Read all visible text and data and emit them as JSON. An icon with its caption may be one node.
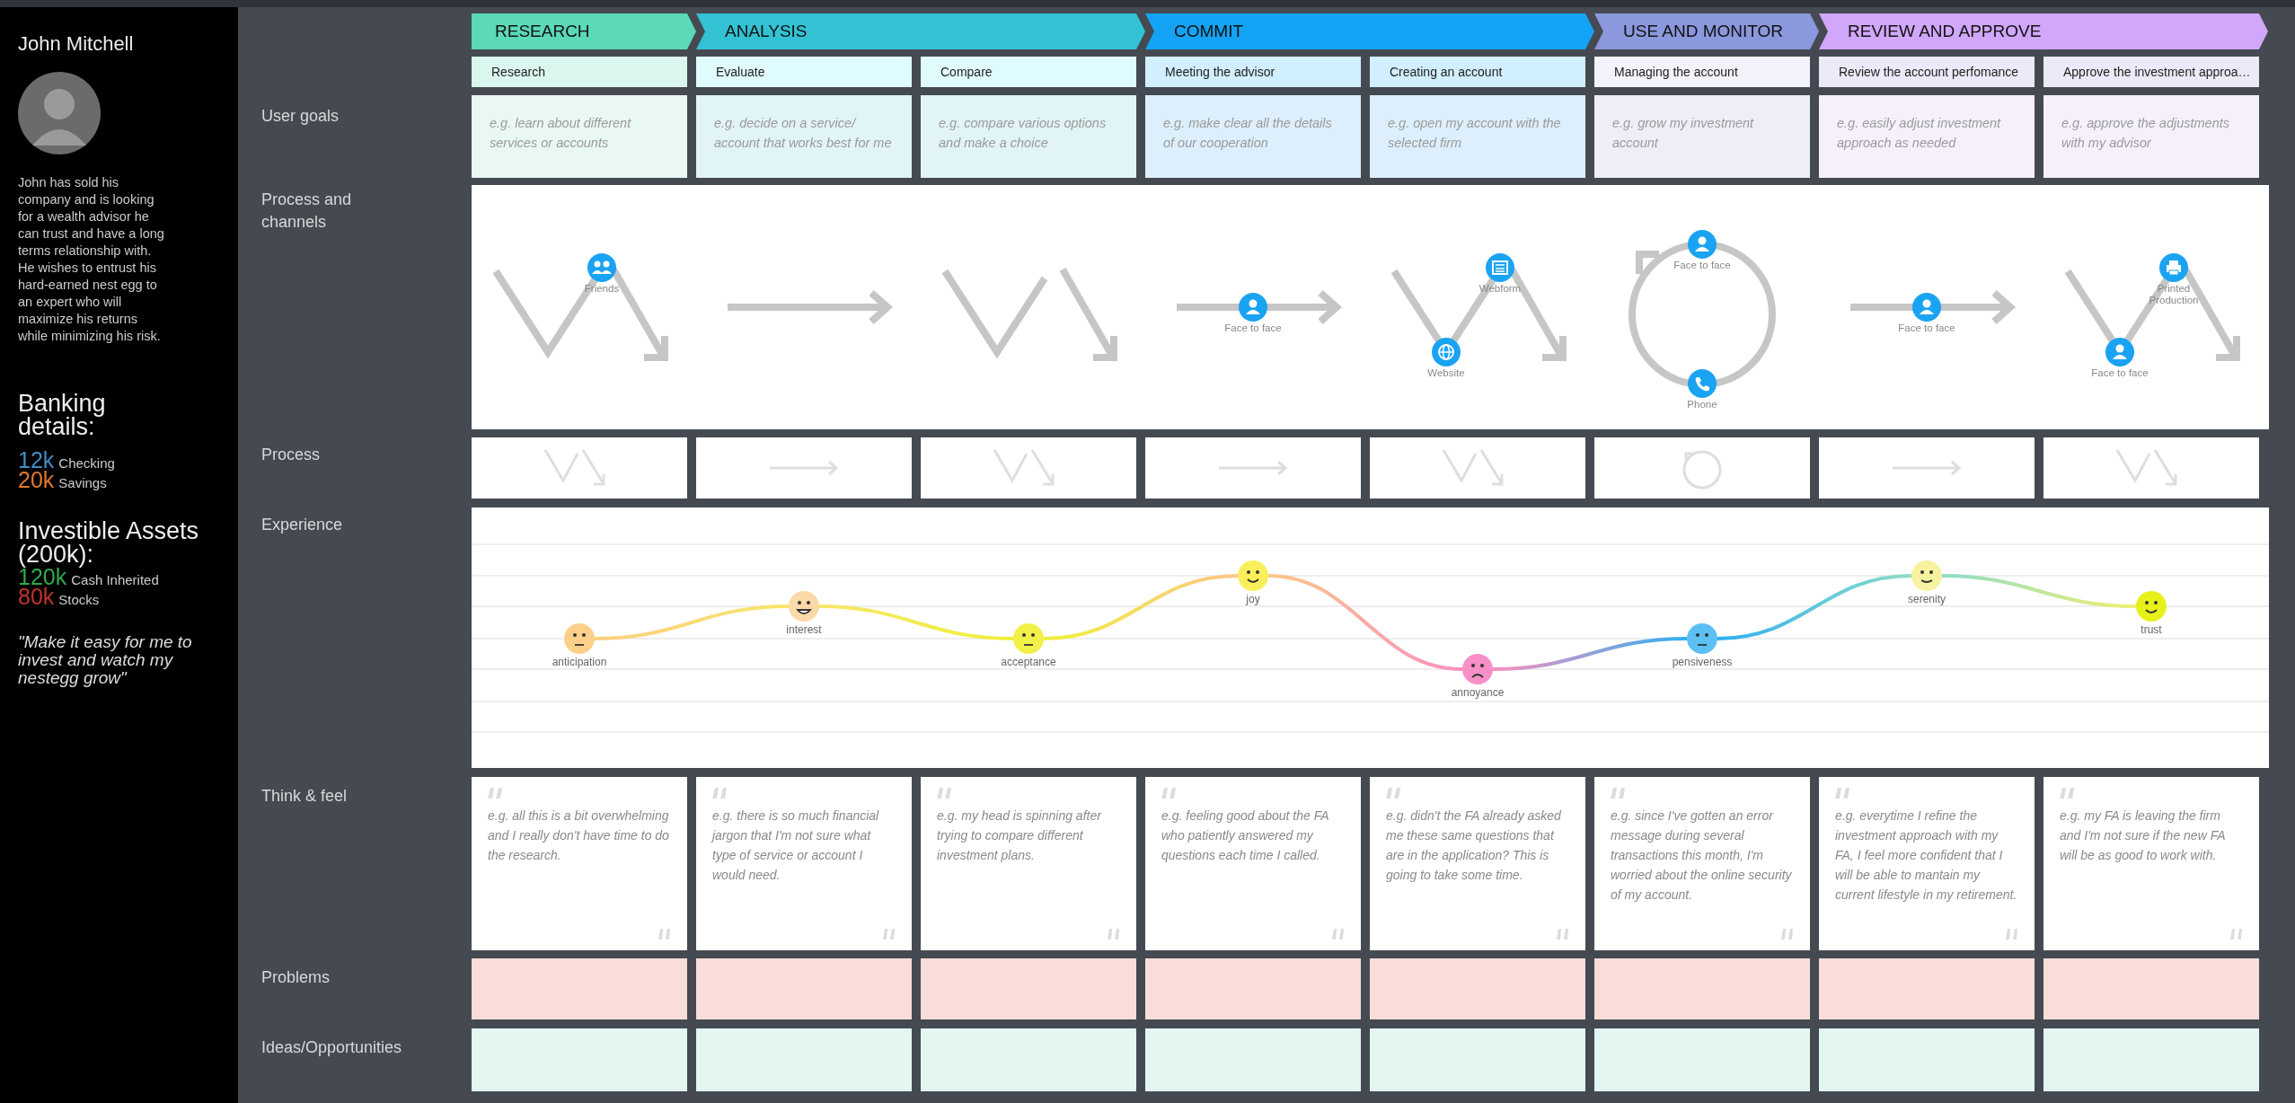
{
  "diagram": {
    "nodes": [
      {
        "text": [
          "RESEARCH"
        ]
      },
      {
        "text": [
          "ANALYSIS"
        ]
      },
      {
        "text": [
          "COMMIT"
        ]
      },
      {
        "text": [
          "USE AND MONITOR"
        ]
      },
      {
        "text": [
          "REVIEW AND APPROVE"
        ]
      },
      {
        "text": [
          "Research"
        ]
      },
      {
        "text": [
          "Evaluate"
        ]
      },
      {
        "text": [
          "Compare"
        ]
      },
      {
        "text": [
          "Meeting the advisor"
        ]
      },
      {
        "text": [
          "Creating an account"
        ]
      },
      {
        "text": [
          "Managing the account"
        ]
      },
      {
        "text": [
          "Review the account perfomance"
        ]
      },
      {
        "text": [
          "Approve the investment approa…"
        ]
      },
      {
        "text": [
          "e.g. learn about different services or accounts"
        ]
      },
      {
        "text": [
          "e.g. decide on a service/ account that works best for me"
        ]
      },
      {
        "text": [
          "e.g. compare various options and make a choice"
        ]
      },
      {
        "text": [
          "e.g. make clear all the details of our cooperation"
        ]
      },
      {
        "text": [
          "e.g. open my account with the selected firm"
        ]
      },
      {
        "text": [
          "e.g. grow my investment account"
        ]
      },
      {
        "text": [
          "e.g. easily adjust investment approach as needed"
        ]
      },
      {
        "text": [
          "e.g. approve the adjustments with my advisor"
        ]
      },
      {
        "text": [
          "e.g. all this is a bit overwhelming and I really don't have time to do the research."
        ]
      },
      {
        "text": [
          "e.g. there is so much financial jargon that I'm not sure what type of service or account I would need."
        ]
      },
      {
        "text": [
          "e.g. my head is spinning after trying to compare different investment plans."
        ]
      },
      {
        "text": [
          "e.g. feeling good about the FA who patiently answered my questions each time I called."
        ]
      },
      {
        "text": [
          "e.g. didn't the FA already asked me these same questions that are in the application? This is going to take some time."
        ]
      },
      {
        "text": [
          "e.g. since I've gotten an error message during several transactions this month, I'm worried about the online security of my account."
        ]
      },
      {
        "text": [
          "e.g. everytime I refine the investment approach with my FA, I feel more confident that I will be able to mantain my current lifestyle in my retirement."
        ]
      },
      {
        "text": [
          "e.g. my FA is leaving the firm and I'm not sure if the new FA will be as good to work with."
        ]
      },
      {
        "text": [
          "anticipation"
        ]
      },
      {
        "text": [
          "interest"
        ]
      },
      {
        "text": [
          "acceptance"
        ]
      },
      {
        "text": [
          "joy"
        ]
      },
      {
        "text": [
          "annoyance"
        ]
      },
      {
        "text": [
          "pensiveness"
        ]
      },
      {
        "text": [
          "serenity"
        ]
      },
      {
        "text": [
          "trust"
        ]
      },
      {
        "text": [],
        "shape": "box"
      },
      {
        "text": [],
        "shape": "box"
      },
      {
        "text": [],
        "shape": "box"
      },
      {
        "text": [],
        "shape": "box"
      },
      {
        "text": [],
        "shape": "box"
      },
      {
        "text": [],
        "shape": "box"
      },
      {
        "text": [],
        "shape": "box"
      },
      {
        "text": [],
        "shape": "box"
      },
      {
        "text": [],
        "shape": "box"
      },
      {
        "text": [],
        "shape": "box"
      },
      {
        "text": [],
        "shape": "box"
      },
      {
        "text": [],
        "shape": "box"
      },
      {
        "text": [],
        "shape": "box"
      },
      {
        "text": [],
        "shape": "box"
      },
      {
        "text": [],
        "shape": "box"
      },
      {
        "text": [],
        "shape": "box"
      }
    ],
    "edges": [
      {
        "from": 29,
        "to": 30,
        "arrow": "none"
      },
      {
        "from": 30,
        "to": 31,
        "arrow": "none"
      },
      {
        "from": 31,
        "to": 32,
        "arrow": "none"
      },
      {
        "from": 32,
        "to": 33,
        "arrow": "none"
      },
      {
        "from": 33,
        "to": 34,
        "arrow": "none"
      },
      {
        "from": 34,
        "to": 35,
        "arrow": "none"
      },
      {
        "from": 35,
        "to": 36,
        "arrow": "none"
      }
    ],
    "labels": [
      "John Mitchell",
      "John has sold his company and is looking for a wealth advisor he can trust and have a long terms relationship with. He wishes to entrust his hard-earned nest egg to an expert who will maximize his returns while minimizing his risk.",
      "Banking details:",
      "12k",
      "Checking",
      "20k",
      "Savings",
      "Investible Assets (200k):",
      "120k",
      "Cash Inherited",
      "80k",
      "Stocks",
      "\"Make it easy for me to invest and watch my nestegg grow\"",
      "User goals",
      "Process and channels",
      "Process",
      "Experience",
      "Think & feel",
      "Problems",
      "Ideas/Opportunities",
      "Friends",
      "Face to face",
      "Webform",
      "Website",
      "Face to face",
      "Phone",
      "Face to face",
      "Printed Production",
      "Face to face"
    ]
  }
}
